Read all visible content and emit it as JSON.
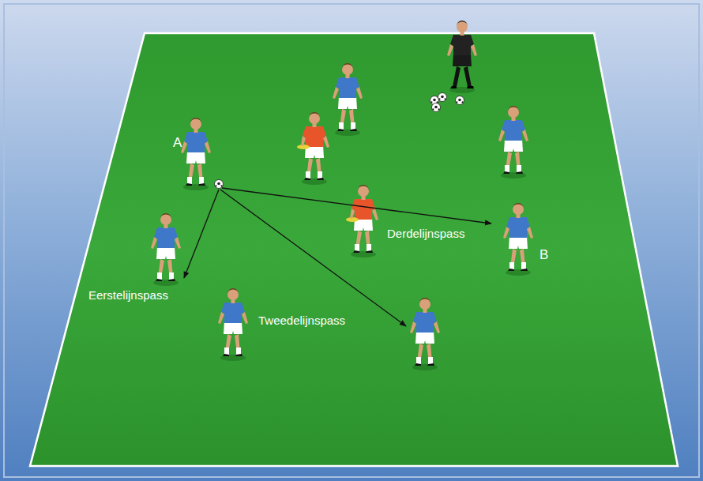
{
  "diagram": {
    "labels": [
      "A",
      "Derdelijnspass",
      "B",
      "Eerstelijnspass",
      "Tweedelijnspass"
    ]
  }
}
